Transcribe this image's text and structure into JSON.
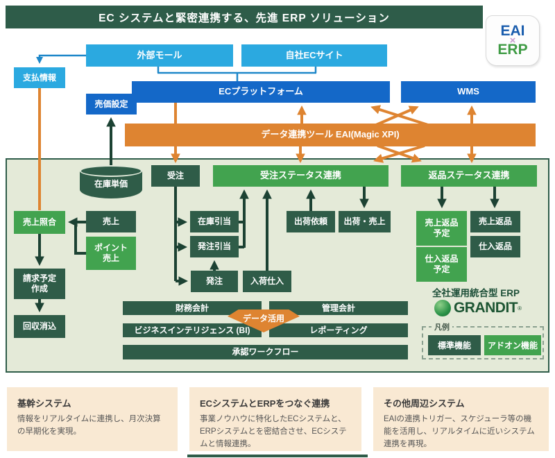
{
  "header": {
    "title": "EC システムと緊密連携する、先進 ERP ソリューション",
    "badge": {
      "eai": "EAI",
      "cross": "×",
      "erp": "ERP"
    }
  },
  "top": {
    "payment_info": "支払情報",
    "external_mall": "外部モール",
    "own_ec_site": "自社ECサイト",
    "ec_platform": "ECプラットフォーム",
    "wms": "WMS",
    "price_setting": "売価設定",
    "eai_bar": "データ連携ツール EAI(Magic XPI)"
  },
  "panel": {
    "inventory_unit_price": "在庫単価",
    "order": "受注",
    "order_status_link": "受注ステータス連携",
    "return_status_link": "返品ステータス連携",
    "sales_matching": "売上照合",
    "sales": "売上",
    "point_sales": "ポイント\n売上",
    "billing_schedule": "請求予定\n作成",
    "collection_clearing": "回収消込",
    "inventory_allocation": "在庫引当",
    "po_allocation": "発注引当",
    "purchase_order": "発注",
    "receiving_purchase": "入荷仕入",
    "shipping_request": "出荷依頼",
    "shipping_sales": "出荷・売上",
    "sales_return_plan": "売上返品\n予定",
    "purchase_return_plan": "仕入返品\n予定",
    "sales_return": "売上返品",
    "purchase_return": "仕入返品",
    "financial_accounting": "財務会計",
    "management_accounting": "管理会計",
    "business_intelligence": "ビジネスインテリジェンス (BI)",
    "reporting": "レポーティング",
    "approval_workflow": "承認ワークフロー",
    "data_utilization": "データ活用",
    "erp_caption": "全社運用統合型 ERP",
    "grandit_word": "GRANDIT",
    "grandit_reg": "®",
    "legend": {
      "label": "凡例",
      "standard": "標準機能",
      "addon": "アドオン機能"
    }
  },
  "cards": [
    {
      "title": "基幹システム",
      "body": "情報をリアルタイムに連携し、月次決算の早期化を実現。"
    },
    {
      "title": "ECシステムとERPをつなぐ連携",
      "body": "事業ノウハウに特化したECシステムと、ERPシステムとを密結合させ、ECシステムと情報連携。"
    },
    {
      "title": "その他周辺システム",
      "body": "EAIの連携トリガー、スケジューラ等の機能を活用し、リアルタイムに近いシステム連携を再現。"
    }
  ],
  "colors": {
    "header_green": "#2e5c49",
    "dark_green_box": "#2f5c48",
    "bright_green_box": "#42a34f",
    "light_blue_box": "#2ba9e0",
    "medium_blue_box": "#1468c8",
    "orange": "#de8431",
    "panel_bg": "#e4ead8",
    "card_bg": "#f9e9d3",
    "arrow_dark": "#1c4233",
    "connector_teal": "#1e87c9"
  }
}
